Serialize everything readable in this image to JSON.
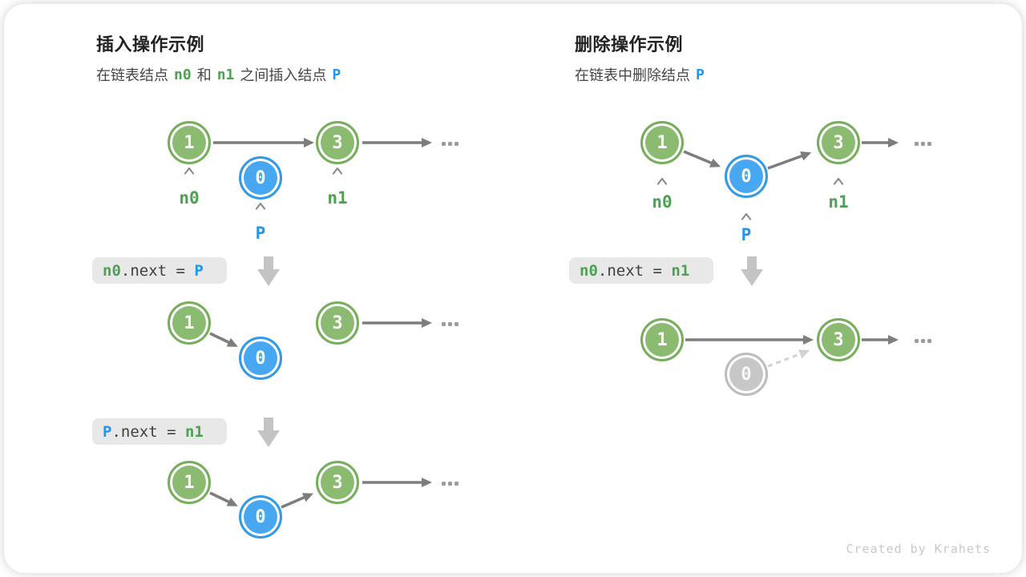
{
  "icons": {
    "caret-up-icon": "^",
    "ellipsis-icon": "...",
    "down-block-arrow-icon": "⬇"
  },
  "colors": {
    "green_text": "#4ea052",
    "blue_text": "#1f97ef",
    "node_green_fill": "#8abb70",
    "node_blue_fill": "#47a7f0",
    "node_gray_fill": "#c7c7c7",
    "arrow_gray": "#7d7d7d",
    "dashed_arrow_gray": "#d2d2d2",
    "block_arrow_gray": "#c4c4c4",
    "code_box_bg": "#e8e8e8"
  },
  "insert_panel": {
    "title": "插入操作示例",
    "subtitle_prefix": "在链表结点",
    "subtitle_token_n0": "n0",
    "subtitle_mid": "和",
    "subtitle_token_n1": "n1",
    "subtitle_suffix": "之间插入结点",
    "subtitle_token_p": "P",
    "step1": {
      "node1": "1",
      "node3": "3",
      "nodeP": "0",
      "label_n0": "n0",
      "label_n1": "n1",
      "label_p": "P"
    },
    "code1": {
      "lhs": "n0",
      "mid": ".next = ",
      "rhs": "P"
    },
    "step2": {
      "node1": "1",
      "node3": "3",
      "nodeP": "0"
    },
    "code2": {
      "lhs": "P",
      "mid": ".next = ",
      "rhs": "n1"
    },
    "step3": {
      "node1": "1",
      "node3": "3",
      "nodeP": "0"
    }
  },
  "delete_panel": {
    "title": "删除操作示例",
    "subtitle_prefix": "在链表中删除结点",
    "subtitle_token_p": "P",
    "step1": {
      "node1": "1",
      "node3": "3",
      "nodeP": "0",
      "label_n0": "n0",
      "label_n1": "n1",
      "label_p": "P"
    },
    "code1": {
      "lhs": "n0",
      "mid": ".next = ",
      "rhs": "n1"
    },
    "step2": {
      "node1": "1",
      "node3": "3",
      "nodeP": "0"
    }
  },
  "footer": {
    "credit": "Created by Krahets"
  }
}
